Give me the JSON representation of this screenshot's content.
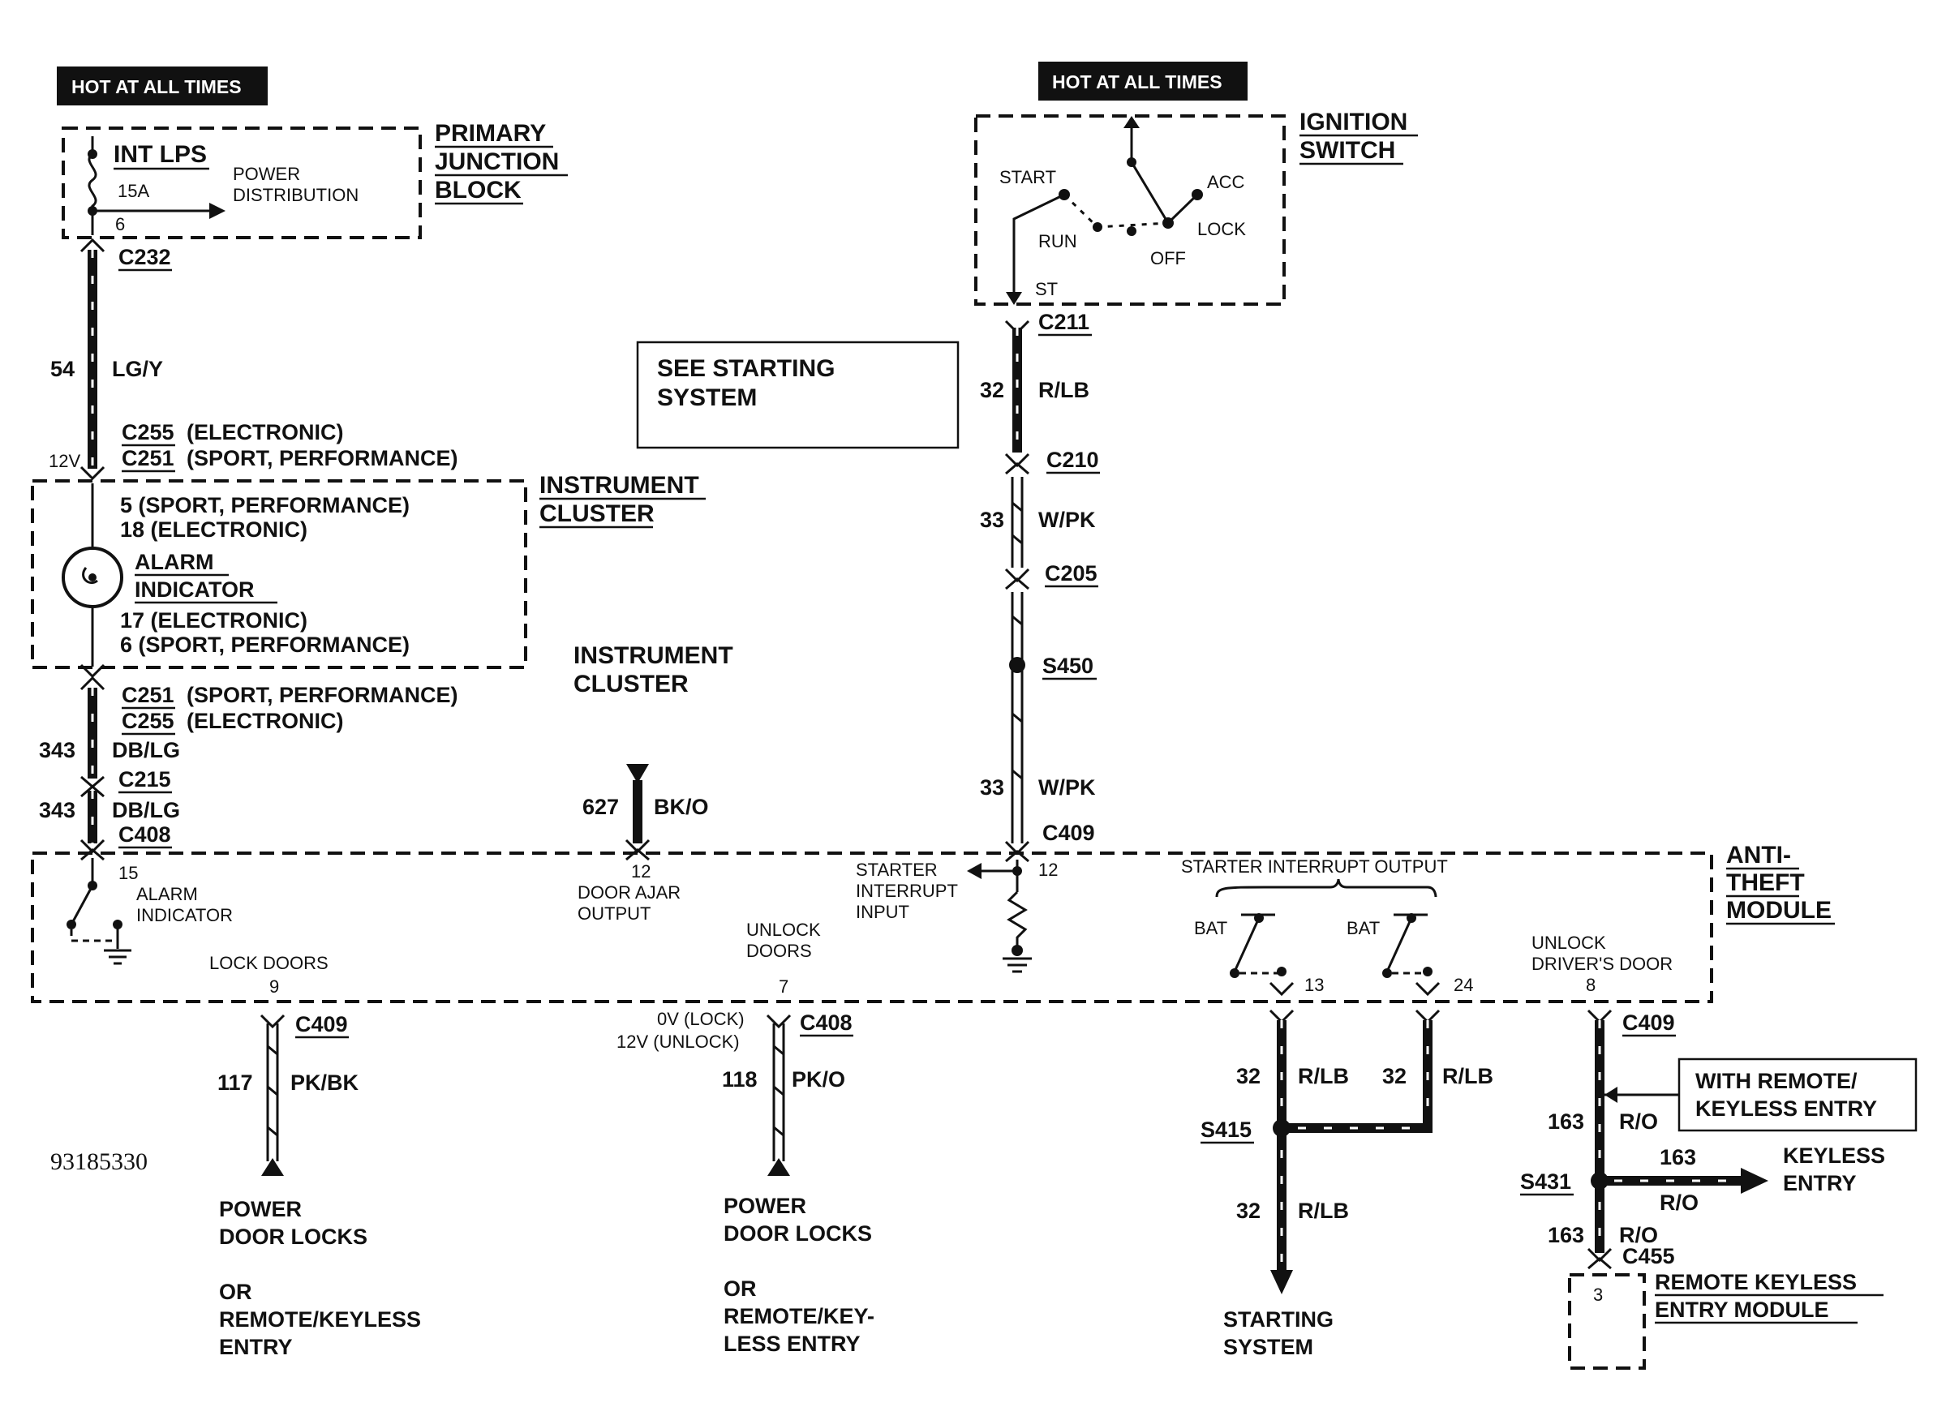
{
  "hot_labels": [
    "HOT AT ALL TIMES",
    "HOT AT ALL TIMES"
  ],
  "primary_block": {
    "title_lines": [
      "PRIMARY",
      "JUNCTION",
      "BLOCK"
    ],
    "fuse_name": "INT LPS",
    "fuse_rating": "15A",
    "distribution_lines": [
      "POWER",
      "DISTRIBUTION"
    ],
    "pin": "6"
  },
  "ignition": {
    "title_lines": [
      "IGNITION",
      "SWITCH"
    ],
    "positions": [
      "START",
      "RUN",
      "OFF",
      "ACC",
      "LOCK"
    ],
    "st_label": "ST"
  },
  "left_column": {
    "c232": "C232",
    "wire1_num": "54",
    "wire1_color": "LG/Y",
    "c255": "C255",
    "c255_note": "(ELECTRONIC)",
    "c251": "C251",
    "c251_note": "(SPORT, PERFORMANCE)",
    "voltage": "12V",
    "wire2_num": "343",
    "wire2_color": "DB/LG",
    "c215": "C215",
    "wire3_num": "343",
    "wire3_color": "DB/LG",
    "c408": "C408"
  },
  "instrument_cluster": {
    "title_lines": [
      "INSTRUMENT",
      "CLUSTER"
    ],
    "pin_top_1": "5 (SPORT, PERFORMANCE)",
    "pin_top_2": "18 (ELECTRONIC)",
    "indicator_lines": [
      "ALARM",
      "INDICATOR"
    ],
    "pin_bot_1": "17 (ELECTRONIC)",
    "pin_bot_2": "6 (SPORT, PERFORMANCE)",
    "lower_c251": "C251",
    "lower_c251_note": "(SPORT, PERFORMANCE)",
    "lower_c255": "C255",
    "lower_c255_note": "(ELECTRONIC)"
  },
  "middle": {
    "see_starting_lines": [
      "SEE STARTING",
      "SYSTEM"
    ],
    "cluster_lines": [
      "INSTRUMENT",
      "CLUSTER"
    ],
    "wire627_num": "627",
    "wire627_color": "BK/O"
  },
  "ignition_column": {
    "c211": "C211",
    "wire32_num": "32",
    "wire32_color": "R/LB",
    "c210": "C210",
    "wire33a_num": "33",
    "wire33a_color": "W/PK",
    "c205": "C205",
    "s450": "S450",
    "wire33b_num": "33",
    "wire33b_color": "W/PK",
    "c409": "C409"
  },
  "module": {
    "title_lines": [
      "ANTI-",
      "THEFT",
      "MODULE"
    ],
    "pin15": "15",
    "alarm_lines": [
      "ALARM",
      "INDICATOR"
    ],
    "lock_doors": "LOCK DOORS",
    "pin9": "9",
    "pin12a": "12",
    "door_ajar_lines": [
      "DOOR AJAR",
      "OUTPUT"
    ],
    "unlock_lines": [
      "UNLOCK",
      "DOORS"
    ],
    "pin7": "7",
    "starter_input_lines": [
      "STARTER",
      "INTERRUPT",
      "INPUT"
    ],
    "pin12b": "12",
    "starter_output": "STARTER INTERRUPT OUTPUT",
    "bat1": "BAT",
    "bat2": "BAT",
    "pin13": "13",
    "pin24": "24",
    "unlock_driver_lines": [
      "UNLOCK",
      "DRIVER'S DOOR"
    ],
    "pin8": "8"
  },
  "bottom": {
    "c409_a": "C409",
    "wire117_num": "117",
    "wire117_color": "PK/BK",
    "pdl1_lines": [
      "POWER",
      "DOOR LOCKS",
      "",
      "OR",
      "REMOTE/KEYLESS",
      "ENTRY"
    ],
    "c408_b": "C408",
    "volt_lock": "0V (LOCK)",
    "volt_unlock": "12V (UNLOCK)",
    "wire118_num": "118",
    "wire118_color": "PK/O",
    "pdl2_lines": [
      "POWER",
      "DOOR LOCKS",
      "",
      "OR",
      "REMOTE/KEY-",
      "LESS ENTRY"
    ],
    "wire32a_num": "32",
    "wire32a_color": "R/LB",
    "wire32b_num": "32",
    "wire32b_color": "R/LB",
    "s415": "S415",
    "wire32c_num": "32",
    "wire32c_color": "R/LB",
    "starting_lines": [
      "STARTING",
      "SYSTEM"
    ],
    "c409_b": "C409",
    "remote_box_lines": [
      "WITH REMOTE/",
      "KEYLESS ENTRY"
    ],
    "wire163a_num": "163",
    "wire163a_color": "R/O",
    "s431": "S431",
    "wire163b_num": "163",
    "wire163b_color": "R/O",
    "keyless_lines": [
      "KEYLESS",
      "ENTRY"
    ],
    "wire163c_num": "163",
    "wire163c_color": "R/O",
    "c455": "C455",
    "rke_pin": "3",
    "rke_lines": [
      "REMOTE KEYLESS",
      "ENTRY MODULE"
    ]
  },
  "figure_id": "93185330"
}
